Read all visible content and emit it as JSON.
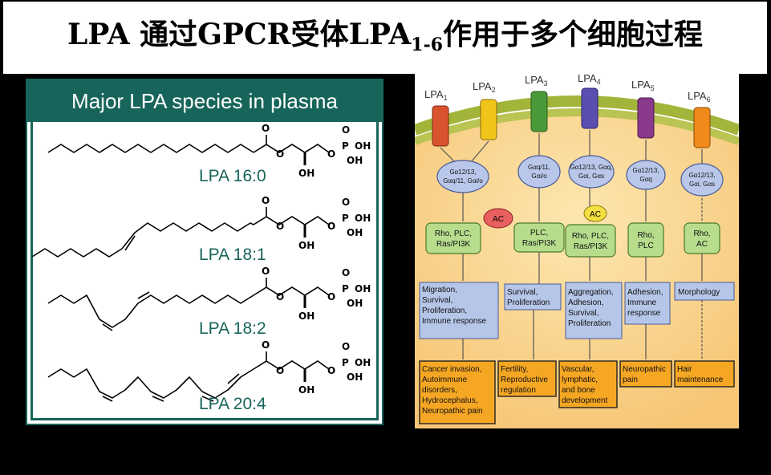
{
  "title": {
    "main": "LPA 通过GPCR受体LPA",
    "sub": "1-6",
    "tail": "作用于多个细胞过程"
  },
  "left_panel": {
    "header": "Major LPA species in plasma",
    "species": [
      {
        "label": "LPA 16:0"
      },
      {
        "label": "LPA 18:1"
      },
      {
        "label": "LPA 18:2"
      },
      {
        "label": "LPA 20:4"
      }
    ],
    "atoms": {
      "O": "O",
      "OH": "OH",
      "P": "P"
    }
  },
  "right_panel": {
    "receptors": [
      {
        "name": "LPA",
        "sub": "1",
        "color": "#d9542e"
      },
      {
        "name": "LPA",
        "sub": "2",
        "color": "#f0c419"
      },
      {
        "name": "LPA",
        "sub": "3",
        "color": "#4a9a3a"
      },
      {
        "name": "LPA",
        "sub": "4",
        "color": "#5a4fb0"
      },
      {
        "name": "LPA",
        "sub": "5",
        "color": "#8a3a8a"
      },
      {
        "name": "LPA",
        "sub": "6",
        "color": "#f08a1a"
      }
    ],
    "g_proteins": [
      {
        "lines": [
          "Gα12/13,",
          "Gαq/11, Gαi/o"
        ]
      },
      {
        "lines": [
          "Gαq/11,",
          "Gαi/o"
        ]
      },
      {
        "lines": [
          "Gα12/13, Gαq,",
          "Gαi, Gαs"
        ]
      },
      {
        "lines": [
          "Gα12/13,",
          "Gαq"
        ]
      },
      {
        "lines": [
          "Gα12/13,",
          "Gαi, Gαs"
        ]
      }
    ],
    "ac_label": "AC",
    "effectors": [
      {
        "lines": [
          "Rho, PLC,",
          "Ras/PI3K"
        ]
      },
      {
        "lines": [
          "PLC,",
          "Ras/PI3K"
        ]
      },
      {
        "lines": [
          "Rho, PLC,",
          "Ras/PI3K"
        ]
      },
      {
        "lines": [
          "Rho,",
          "PLC"
        ]
      },
      {
        "lines": [
          "Rho,",
          "AC"
        ]
      }
    ],
    "processes": [
      {
        "lines": [
          "Migration,",
          "Survival,",
          "Proliferation,",
          "Immune response"
        ]
      },
      {
        "lines": [
          "Survival,",
          "Proliferation"
        ]
      },
      {
        "lines": [
          "Aggregation,",
          "Adhesion,",
          "Survival,",
          "Proliferation"
        ]
      },
      {
        "lines": [
          "Adhesion,",
          "Immune",
          "response"
        ]
      },
      {
        "lines": [
          "Morphology"
        ]
      }
    ],
    "outcomes": [
      {
        "lines": [
          "Cancer invasion,",
          "Autoimmune",
          "disorders,",
          "Hydrocephalus,",
          "Neuropathic pain"
        ]
      },
      {
        "lines": [
          "Fertility,",
          "Reproductive",
          "regulation"
        ]
      },
      {
        "lines": [
          "Vascular,",
          "lymphatic,",
          "and bone",
          "development"
        ]
      },
      {
        "lines": [
          "Neuropathic",
          "pain"
        ]
      },
      {
        "lines": [
          "Hair",
          "maintenance"
        ]
      }
    ]
  }
}
